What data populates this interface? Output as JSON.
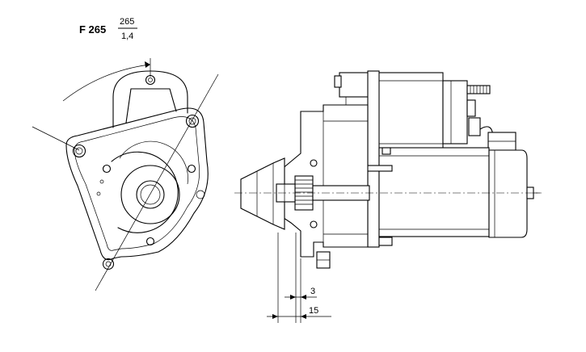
{
  "header": {
    "code": "F 265",
    "fraction_top": "265",
    "fraction_bottom": "1,4"
  },
  "dimensions": {
    "small": "3",
    "large": "15"
  }
}
